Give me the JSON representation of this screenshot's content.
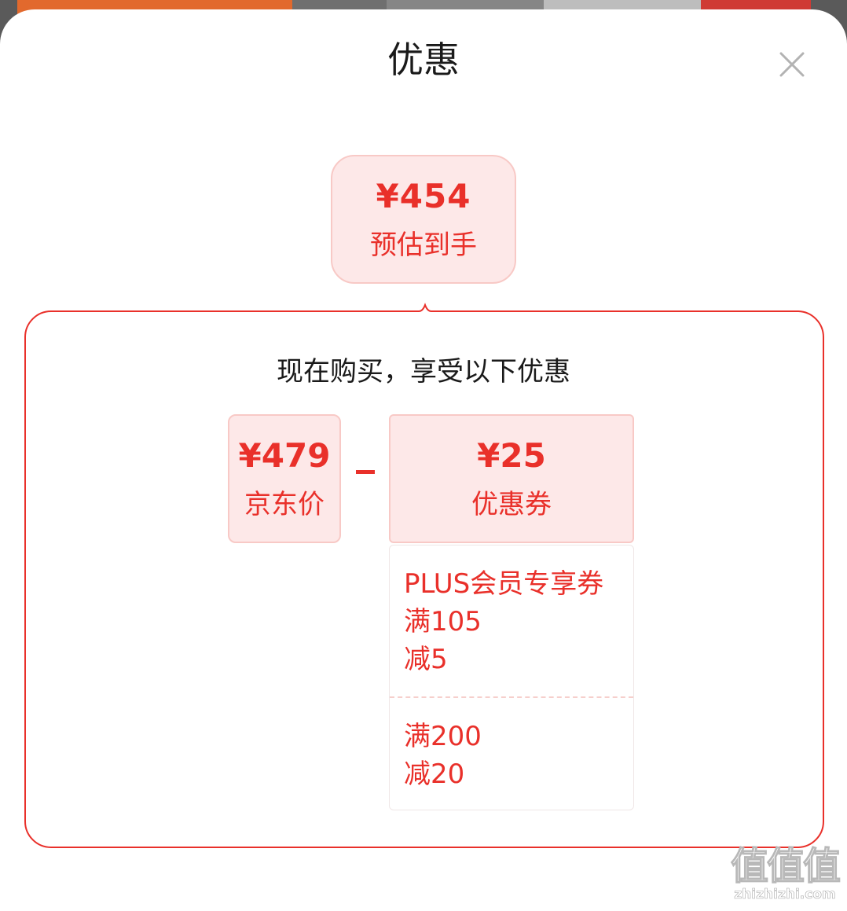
{
  "sheet": {
    "title": "优惠",
    "close_icon": "close-icon"
  },
  "estimate": {
    "price": "¥454",
    "label": "预估到手"
  },
  "panel": {
    "heading": "现在购买，享受以下优惠",
    "jd_price": {
      "amount": "¥479",
      "label": "京东价"
    },
    "operator": "minus",
    "coupon": {
      "amount": "¥25",
      "label": "优惠券"
    },
    "coupon_details": [
      {
        "lines": [
          "PLUS会员专享券",
          "满105",
          "减5"
        ]
      },
      {
        "lines": [
          "满200",
          "减20"
        ]
      }
    ]
  },
  "colors": {
    "accent": "#e9302a",
    "accent_bg": "#fde8e8",
    "accent_border": "#f8c9c6"
  },
  "watermark": {
    "logo_text": "值值值",
    "url": "zhizhizhi.com"
  }
}
